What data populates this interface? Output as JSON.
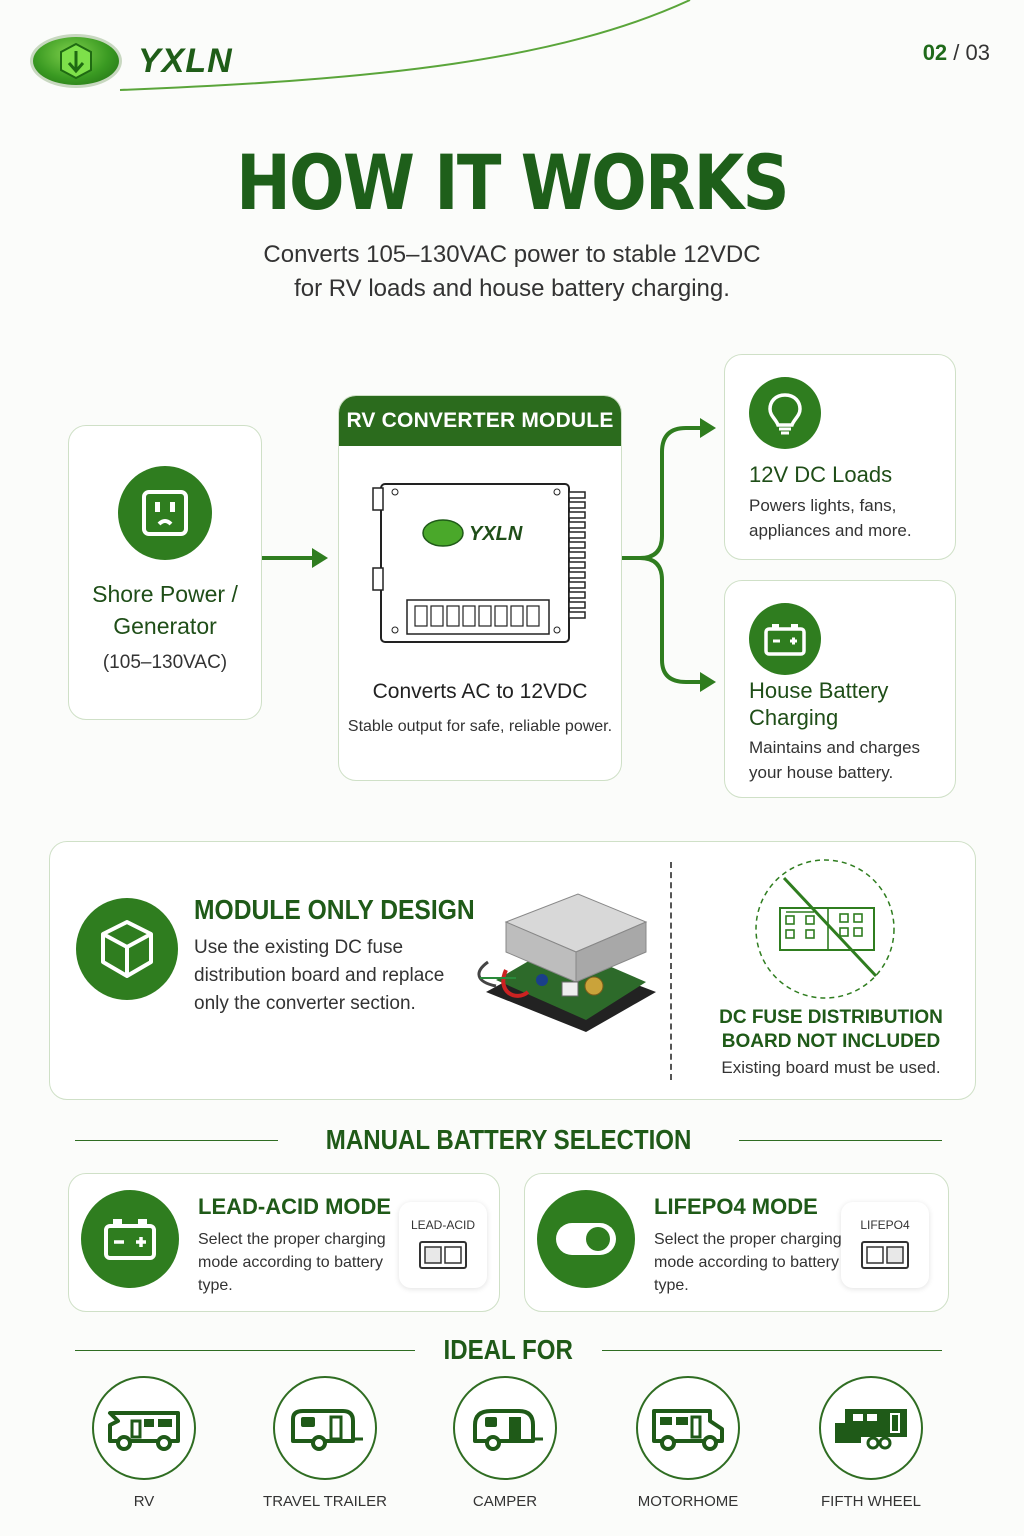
{
  "brand": {
    "name": "YXLN"
  },
  "pager": {
    "current": "02",
    "separator": " / ",
    "total": "03"
  },
  "title": "HOW IT WORKS",
  "subtitle": {
    "line1": "Converts 105–130VAC power to stable 12VDC",
    "line2": "for RV loads and house battery charging."
  },
  "input": {
    "label_line1": "Shore Power /",
    "label_line2": "Generator",
    "range": "(105–130VAC)",
    "icon": "outlet-icon"
  },
  "module": {
    "header": "RV CONVERTER MODULE",
    "device_brand": "YXLN",
    "label": "Converts AC to 12VDC",
    "desc": "Stable output for safe, reliable power."
  },
  "outputs": {
    "loads": {
      "title": "12V DC Loads",
      "desc_line1": "Powers lights, fans,",
      "desc_line2": "appliances and more.",
      "icon": "lightbulb-icon"
    },
    "battery": {
      "title_line1": "House Battery",
      "title_line2": "Charging",
      "desc_line1": "Maintains and charges",
      "desc_line2": "your house battery.",
      "icon": "battery-icon"
    }
  },
  "module_only": {
    "title": "MODULE ONLY DESIGN",
    "desc": "Use the existing DC fuse distribution board and replace only the converter section.",
    "icon": "cube-icon"
  },
  "fuse_board": {
    "title_line1": "DC FUSE DISTRIBUTION",
    "title_line2": "BOARD NOT INCLUDED",
    "desc": "Existing board must be used."
  },
  "battery_selection": {
    "heading": "MANUAL BATTERY SELECTION",
    "modes": [
      {
        "title": "LEAD-ACID MODE",
        "desc": "Select the proper charging mode according to battery type.",
        "switch_label": "LEAD-ACID",
        "icon": "battery-icon"
      },
      {
        "title": "LIFEPO4 MODE",
        "desc": "Select the proper charging mode according to battery type.",
        "switch_label": "LIFEPO4",
        "icon": "toggle-icon"
      }
    ]
  },
  "ideal_for": {
    "heading": "IDEAL FOR",
    "vehicles": [
      {
        "name": "RV",
        "icon": "rv-icon"
      },
      {
        "name": "TRAVEL TRAILER",
        "icon": "travel-trailer-icon"
      },
      {
        "name": "CAMPER",
        "icon": "camper-icon"
      },
      {
        "name": "MOTORHOME",
        "icon": "motorhome-icon"
      },
      {
        "name": "FIFTH WHEEL",
        "icon": "fifth-wheel-icon"
      }
    ]
  },
  "colors": {
    "primary": "#2f7d1f",
    "dark": "#1f5a18",
    "border": "#cfe0c7"
  }
}
